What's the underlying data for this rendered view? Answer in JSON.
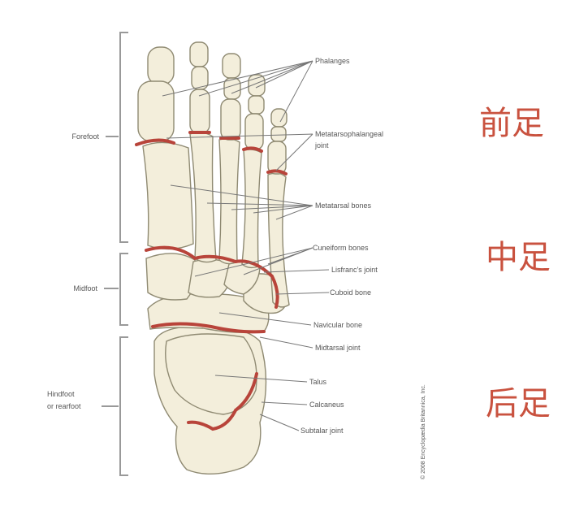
{
  "regions": {
    "forefoot": "Forefoot",
    "midfoot": "Midfoot",
    "hindfoot_line1": "Hindfoot",
    "hindfoot_line2": "or rearfoot"
  },
  "labels": {
    "phalanges": "Phalanges",
    "mtp_line1": "Metatarsophalangeal",
    "mtp_line2": "joint",
    "metatarsal": "Metatarsal bones",
    "cuneiform": "Cuneiform bones",
    "lisfranc": "Lisfranc's joint",
    "cuboid": "Cuboid bone",
    "navicular": "Navicular bone",
    "midtarsal": "Midtarsal joint",
    "talus": "Talus",
    "calcaneus": "Calcaneus",
    "subtalar": "Subtalar joint"
  },
  "copyright": "© 2008 Encyclopædia Britannica, Inc.",
  "chinese": {
    "forefoot": "前足",
    "midfoot": "中足",
    "hindfoot": "后足"
  },
  "colors": {
    "accent": "#c9523f",
    "joint": "#b8443a"
  }
}
